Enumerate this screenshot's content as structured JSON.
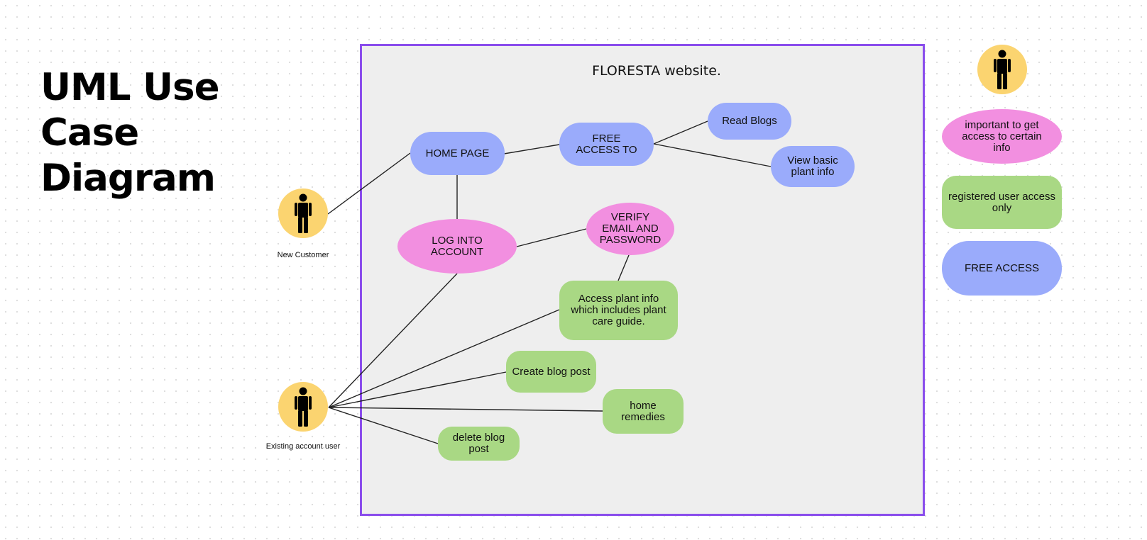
{
  "title": "UML Use Case Diagram",
  "system": {
    "name": "FLORESTA website."
  },
  "actors": {
    "new_customer": "New Customer",
    "existing_user": "Existing account user"
  },
  "use_cases": {
    "home_page": "HOME PAGE",
    "free_access_to": "FREE ACCESS TO",
    "read_blogs": "Read Blogs",
    "view_basic_plant_info": "View basic plant info",
    "log_into_account": "LOG INTO ACCOUNT",
    "verify_email_password": "VERIFY EMAIL AND PASSWORD",
    "access_plant_info": "Access plant info which includes plant care guide.",
    "create_blog_post": "Create blog post",
    "home_remedies": "home remedies",
    "delete_blog_post": "delete blog post"
  },
  "legend": {
    "pink": "important to get access to certain info",
    "green": "registered user access only",
    "blue": "FREE ACCESS"
  },
  "colors": {
    "boundary": "#8a4dec",
    "free_access": "#9aabfb",
    "important": "#f28fe0",
    "registered_only": "#a9d884",
    "actor": "#fbd470"
  }
}
